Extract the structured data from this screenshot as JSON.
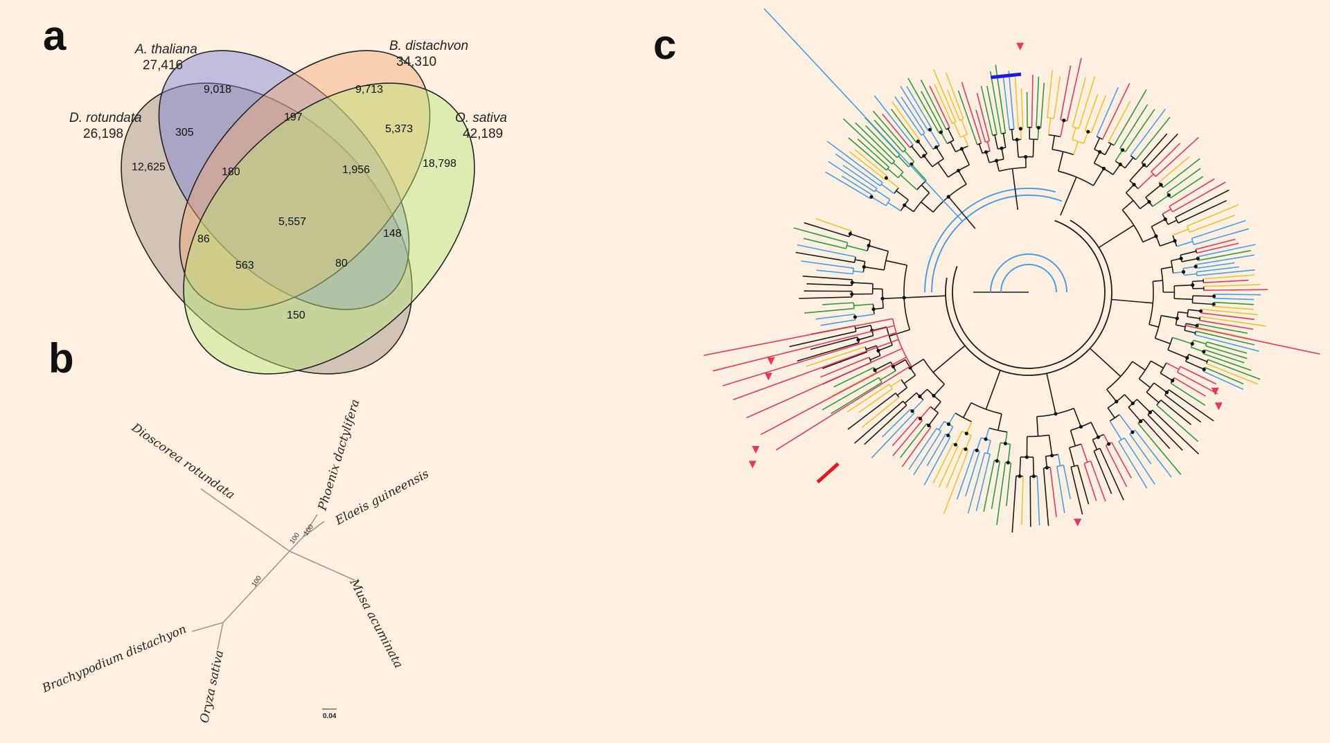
{
  "panels": {
    "a": {
      "label": "a",
      "species": [
        {
          "name": "A. thaliana",
          "total": "27,416",
          "color": "#7b7fd6"
        },
        {
          "name": "B. distachvon",
          "total": "34,310",
          "color": "#f2a873"
        },
        {
          "name": "D. rotundata",
          "total": "26,198",
          "color": "#9c8f86"
        },
        {
          "name": "O. sativa",
          "total": "42,189",
          "color": "#b9e67a"
        }
      ],
      "counts": {
        "A_only": "9,018",
        "B_only": "9,713",
        "D_only": "12,625",
        "O_only": "18,798",
        "AB": "197",
        "AD": "305",
        "BO": "5,373",
        "ABD": "180",
        "ABO": "1,956",
        "ABDO": "5,557",
        "BD": "86",
        "AO": "148",
        "BDO": "563",
        "ADO": "80",
        "DO": "150"
      }
    },
    "b": {
      "label": "b",
      "taxa": {
        "dioscorea": "Dioscorea rotundata",
        "phoenix": "Phoenix dactylifera",
        "elaeis": "Elaeis guineensis",
        "musa": "Musa acuminata",
        "brachypodium": "Brachypodium distachyon",
        "oryza": "Oryza sativa"
      },
      "support": {
        "s1": "100",
        "s2": "100",
        "s3": "100"
      },
      "scale": "0.04"
    },
    "c": {
      "label": "c",
      "colors": {
        "black": "#1a1a1a",
        "blue": "#4a9de8",
        "red": "#e6385b",
        "yellow": "#f2c12e",
        "green": "#2e9a3c",
        "darkblue": "#1a1ae0"
      }
    }
  }
}
